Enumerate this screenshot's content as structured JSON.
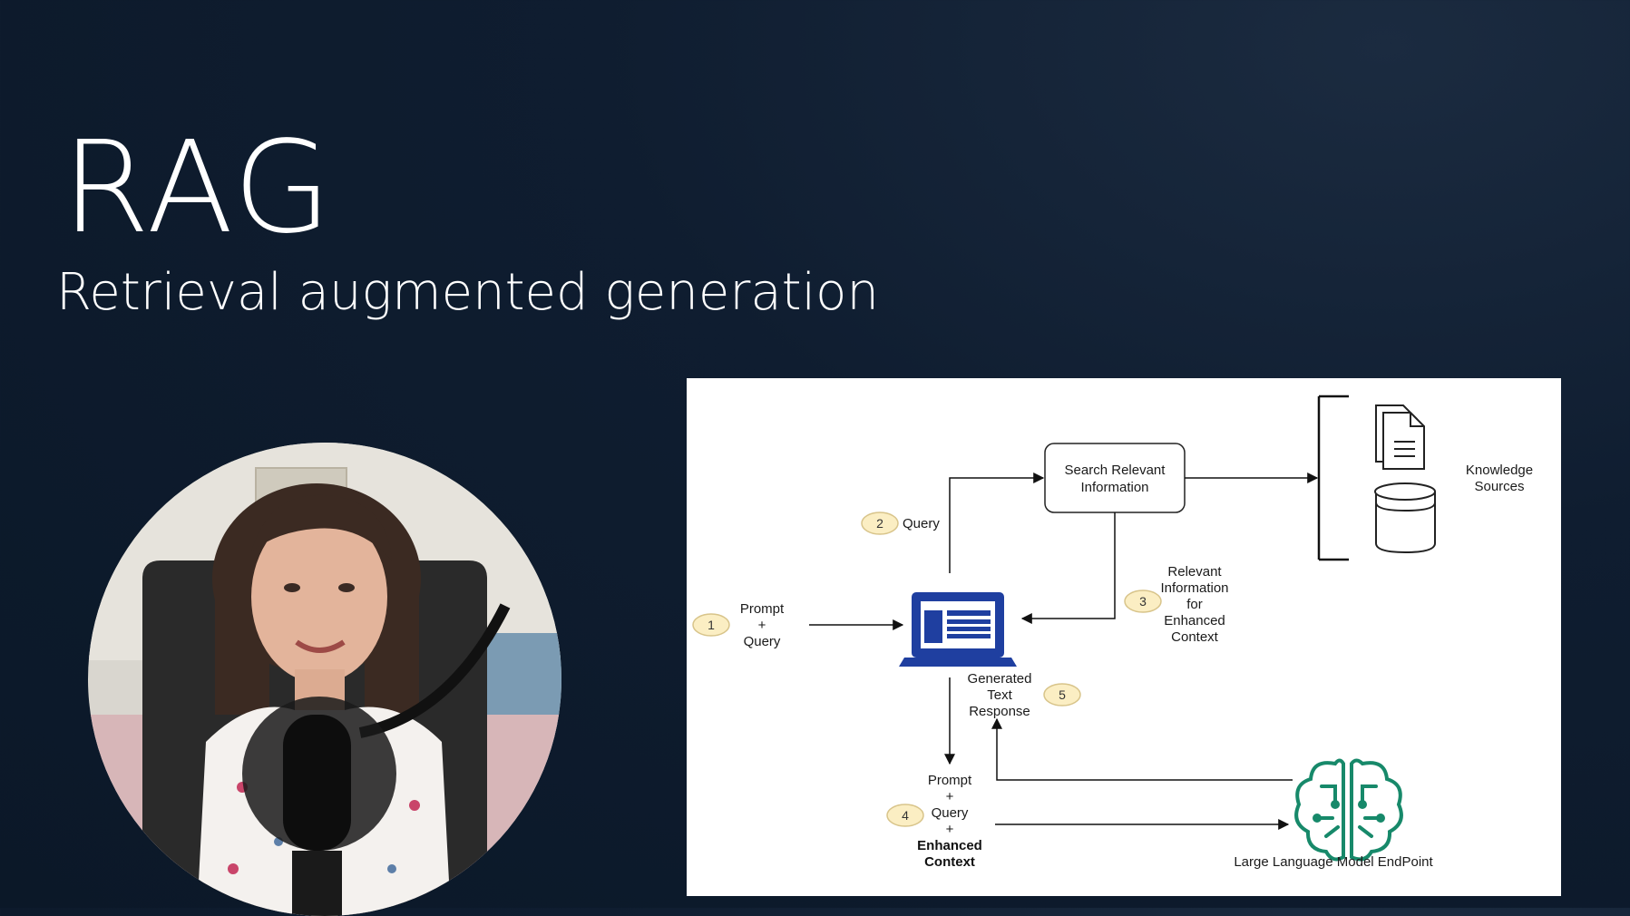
{
  "slide": {
    "title": "RAG",
    "subtitle": "Retrieval augmented generation"
  },
  "diagram": {
    "search_box": [
      "Search Relevant",
      "Information"
    ],
    "knowledge_sources": [
      "Knowledge",
      "Sources"
    ],
    "step1": {
      "num": "1",
      "lines": [
        "Prompt",
        "+",
        "Query"
      ]
    },
    "step2": {
      "num": "2",
      "label": "Query"
    },
    "step3": {
      "num": "3",
      "lines": [
        "Relevant",
        "Information",
        "for",
        "Enhanced",
        "Context"
      ]
    },
    "step4": {
      "num": "4",
      "lines": [
        "Prompt",
        "+",
        "Query",
        "+"
      ],
      "bold_lines": [
        "Enhanced",
        "Context"
      ]
    },
    "step5": {
      "num": "5",
      "lines": [
        "Generated",
        "Text",
        "Response"
      ]
    },
    "llm_label": "Large Language Model EndPoint",
    "colors": {
      "badge_fill": "#fbeec3",
      "badge_stroke": "#d8c48a",
      "laptop": "#1f3fa0",
      "brain": "#17896a"
    },
    "icons": [
      "laptop-icon",
      "document-icon",
      "database-icon",
      "brain-circuit-icon"
    ]
  }
}
